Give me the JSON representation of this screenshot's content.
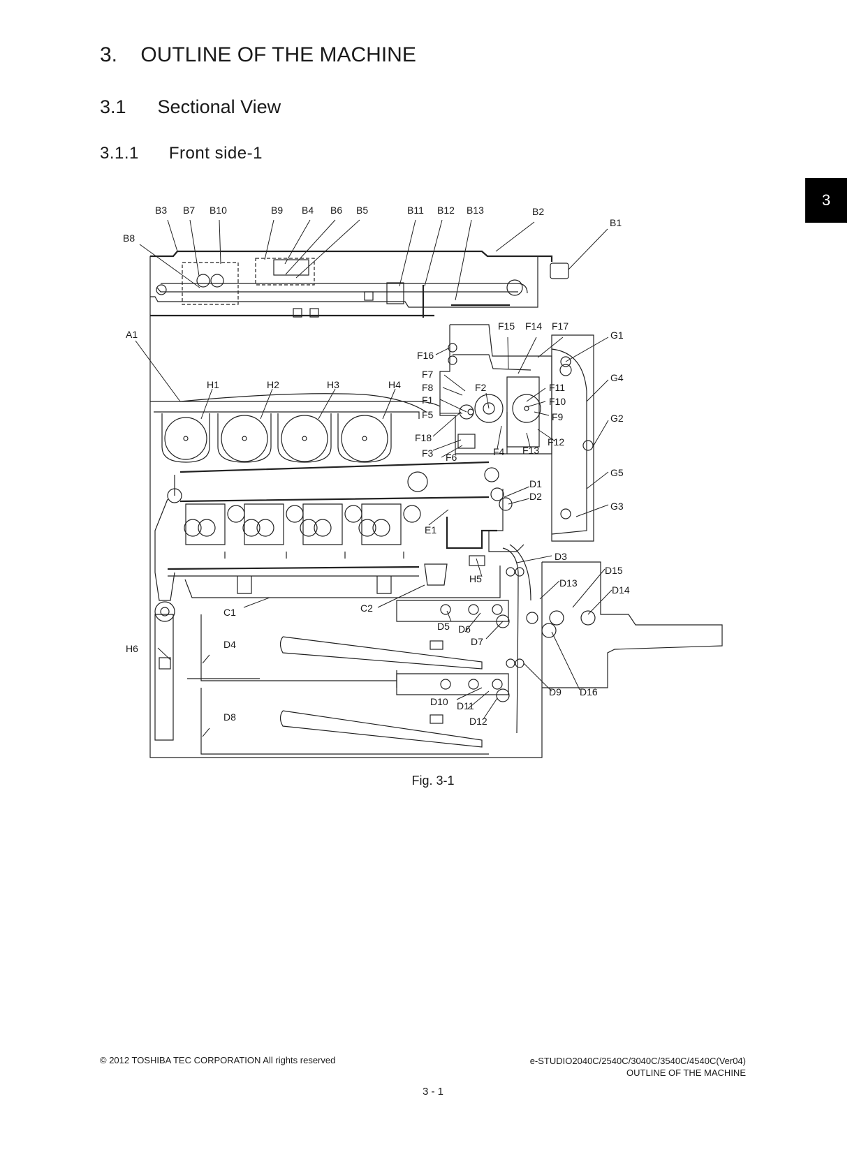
{
  "heading": {
    "chapter": "3.    OUTLINE OF THE MACHINE",
    "section": "3.1      Sectional View",
    "subsection": "3.1.1      Front side-1"
  },
  "tab_label": "3",
  "figure": {
    "caption": "Fig. 3-1",
    "labels": [
      "B3",
      "B7",
      "B10",
      "B9",
      "B4",
      "B6",
      "B5",
      "B11",
      "B12",
      "B13",
      "B2",
      "B1",
      "B8",
      "A1",
      "F15",
      "F14",
      "F17",
      "F16",
      "F7",
      "F8",
      "F1",
      "F5",
      "F2",
      "F11",
      "F10",
      "F9",
      "F12",
      "F13",
      "F4",
      "F18",
      "F3",
      "F6",
      "G1",
      "G4",
      "G2",
      "G5",
      "G3",
      "H1",
      "H2",
      "H3",
      "H4",
      "D1",
      "D2",
      "E1",
      "D3",
      "H5",
      "D15",
      "D13",
      "D14",
      "C1",
      "C2",
      "D5",
      "D6",
      "D7",
      "H6",
      "D4",
      "D9",
      "D16",
      "D10",
      "D11",
      "D12",
      "D8"
    ]
  },
  "footer": {
    "copyright": "© 2012 TOSHIBA TEC CORPORATION All rights reserved",
    "model": "e-STUDIO2040C/2540C/3040C/3540C/4540C(Ver04)",
    "chapter_name": "OUTLINE OF THE MACHINE",
    "page": "3 - 1"
  }
}
